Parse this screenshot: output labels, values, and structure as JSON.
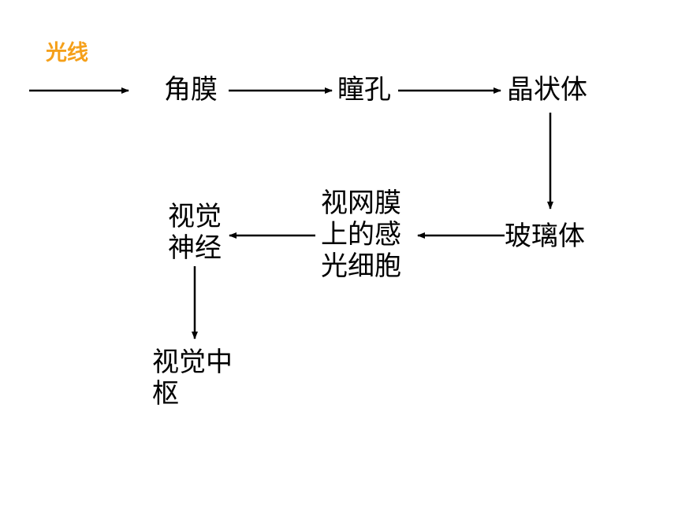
{
  "colors": {
    "label_accent": "#f5a01a",
    "text": "#000000",
    "arrow": "#000000",
    "background": "#ffffff"
  },
  "labels": {
    "light": "光线",
    "cornea": "角膜",
    "pupil": "瞳孔",
    "lens": "晶状体",
    "vitreous": "玻璃体",
    "retina_line1": "视网膜",
    "retina_line2": "上的感",
    "retina_line3": "光细胞",
    "optic_nerve_line1": "视觉",
    "optic_nerve_line2": "神经",
    "visual_center_line1": "视觉中",
    "visual_center_line2": "枢"
  }
}
